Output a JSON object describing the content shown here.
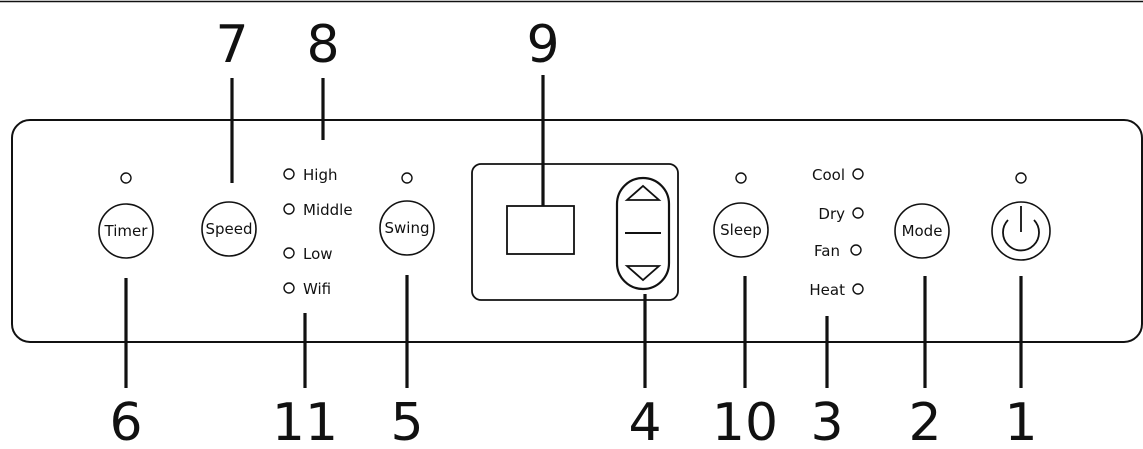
{
  "colors": {
    "ink": "#111111",
    "background": "#ffffff"
  },
  "buttons": {
    "timer": "Timer",
    "speed": "Speed",
    "swing": "Swing",
    "sleep": "Sleep",
    "mode": "Mode",
    "power_icon": "power-icon"
  },
  "fan_speed_indicators": [
    "High",
    "Middle",
    "Low"
  ],
  "wifi_indicator": "Wifi",
  "mode_indicators": [
    "Cool",
    "Dry",
    "Fan",
    "Heat"
  ],
  "callouts": {
    "power": "1",
    "mode": "2",
    "mode_indicators": "3",
    "up_down": "4",
    "swing": "5",
    "timer": "6",
    "speed": "7",
    "speed_indicators": "8",
    "display": "9",
    "sleep": "10",
    "wifi": "11"
  }
}
